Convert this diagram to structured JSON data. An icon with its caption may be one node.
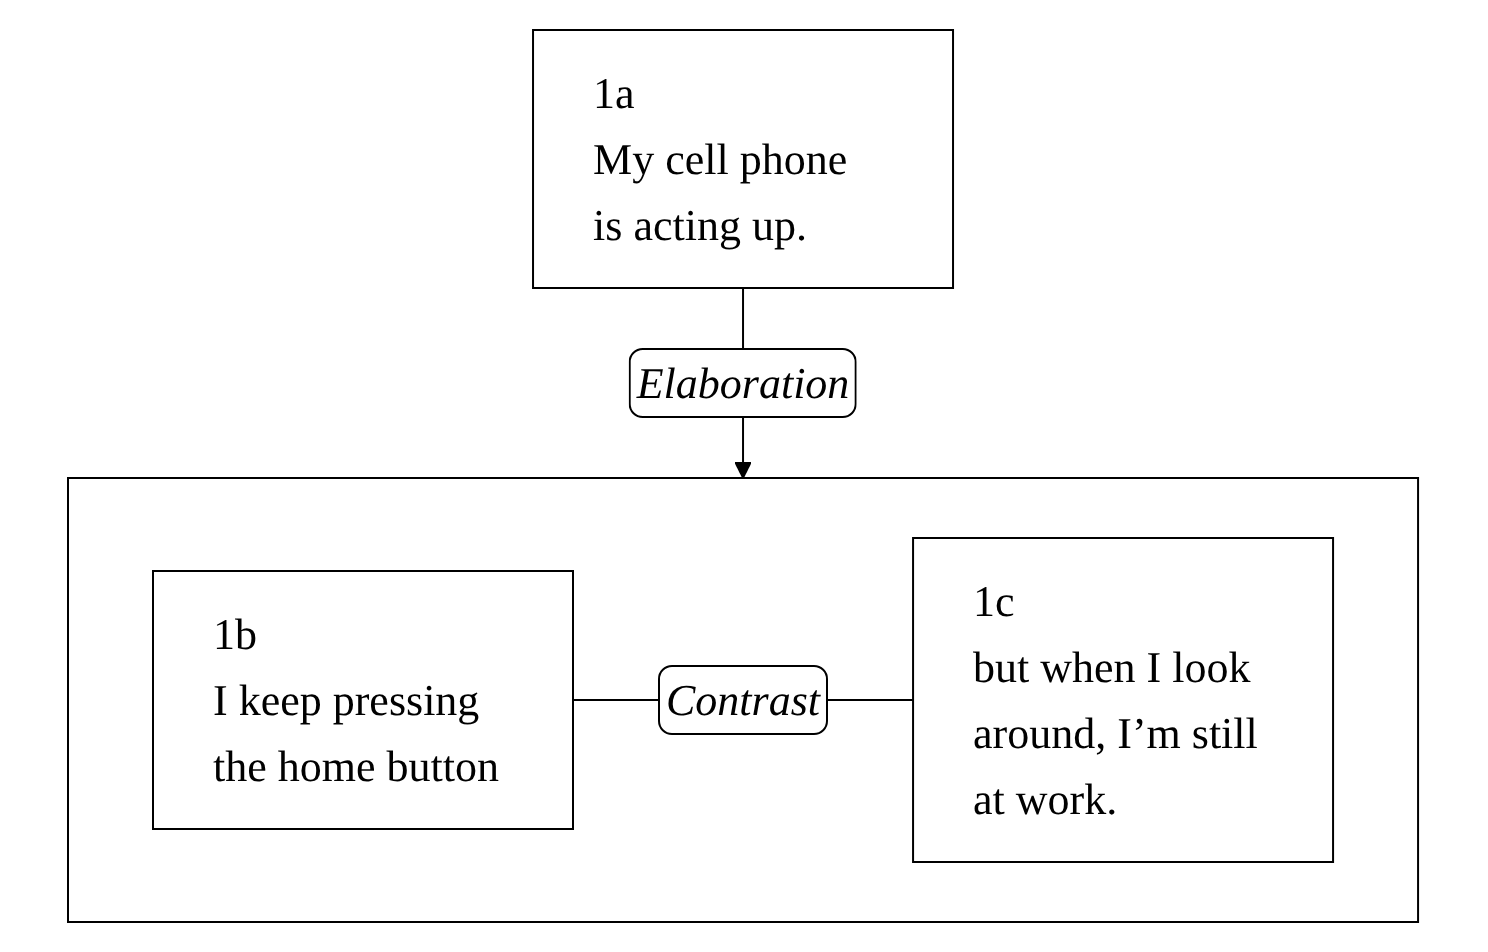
{
  "diagram": {
    "nodes": [
      {
        "text": [
          "1a",
          "My cell phone is acting up."
        ]
      },
      {
        "text": [],
        "shape": "box"
      },
      {
        "text": [
          "1b",
          "I keep pressing the home button"
        ],
        "in": 1
      },
      {
        "text": [
          "1c",
          "but when I look around, I’m still at work."
        ],
        "in": 1
      }
    ],
    "edges": [
      {
        "from": 0,
        "to": 1,
        "arrow": "to",
        "label": "Elaboration"
      },
      {
        "from": 2,
        "to": 3,
        "arrow": "none",
        "label": "Contrast"
      }
    ]
  }
}
